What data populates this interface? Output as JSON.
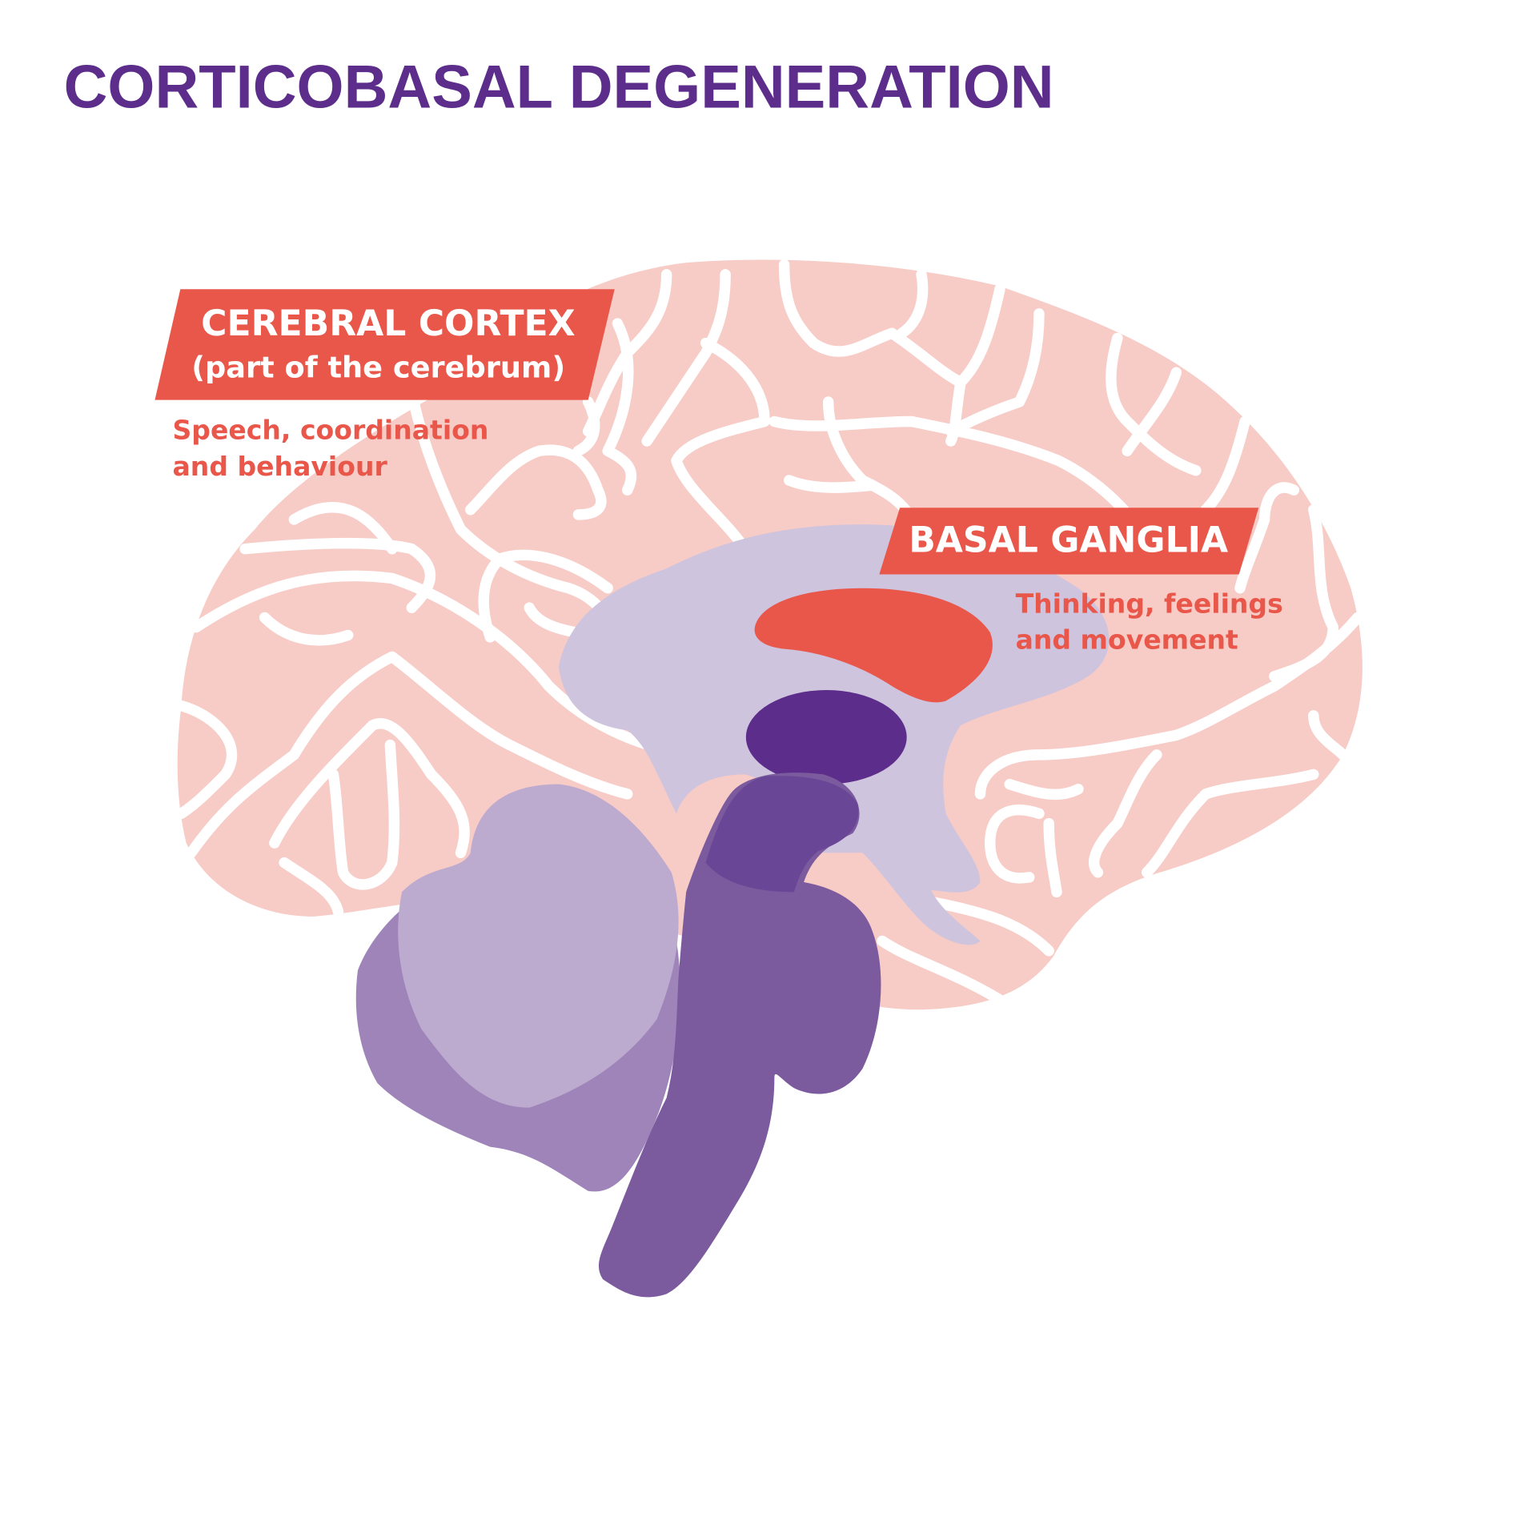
{
  "title": "CORTICOBASAL DEGENERATION",
  "labels": {
    "cerebral_cortex": {
      "heading": "CEREBRAL CORTEX",
      "subheading": "(part of the cerebrum)",
      "description_line1": "Speech, coordination",
      "description_line2": "and behaviour"
    },
    "basal_ganglia": {
      "heading": "BASAL GANGLIA",
      "description_line1": "Thinking, feelings",
      "description_line2": "and movement"
    }
  },
  "colors": {
    "title": "#5c2d8a",
    "accent_red": "#e9574a",
    "cortex_pink": "#f7cbc6",
    "lavender": "#cfc4de",
    "thalamus": "#5c2d8a",
    "brainstem": "#7b5a9e",
    "cerebellum_light": "#bdabcf",
    "cerebellum_dark": "#9e84b9"
  }
}
